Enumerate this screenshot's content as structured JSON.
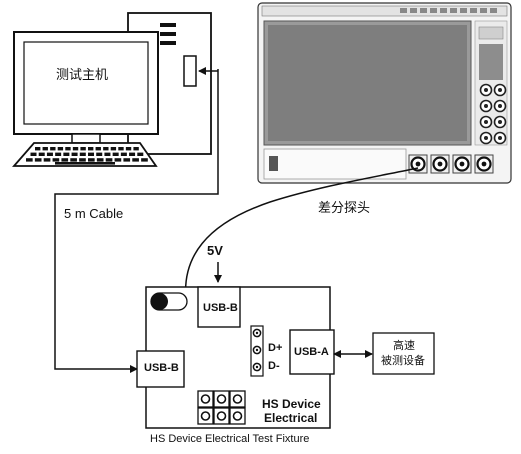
{
  "pc": {
    "screen_label": "测试主机"
  },
  "cable": {
    "label": "5 m Cable"
  },
  "probe": {
    "label": "差分探头"
  },
  "power": {
    "label": "5V"
  },
  "fixture": {
    "usb_b_top": "USB-B",
    "usb_b_left": "USB-B",
    "usb_a": "USB-A",
    "d_plus": "D+",
    "d_minus": "D-",
    "device_line1": "HS Device",
    "device_line2": "Electrical",
    "caption": "HS Device Electrical Test Fixture"
  },
  "dut": {
    "line1": "高速",
    "line2": "被测设备"
  }
}
